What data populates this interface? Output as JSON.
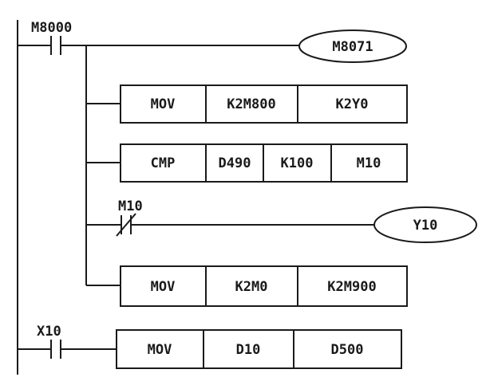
{
  "ladder": {
    "rung1": {
      "contact": "M8000",
      "coil": "M8071",
      "instr1": {
        "op": "MOV",
        "a": "K2M800",
        "b": "K2Y0"
      },
      "instr2": {
        "op": "CMP",
        "a": "D490",
        "b": "K100",
        "c": "M10"
      },
      "nc_contact": "M10",
      "coil2": "Y10",
      "instr3": {
        "op": "MOV",
        "a": "K2M0",
        "b": "K2M900"
      }
    },
    "rung2": {
      "contact": "X10",
      "instr": {
        "op": "MOV",
        "a": "D10",
        "b": "D500"
      }
    }
  }
}
